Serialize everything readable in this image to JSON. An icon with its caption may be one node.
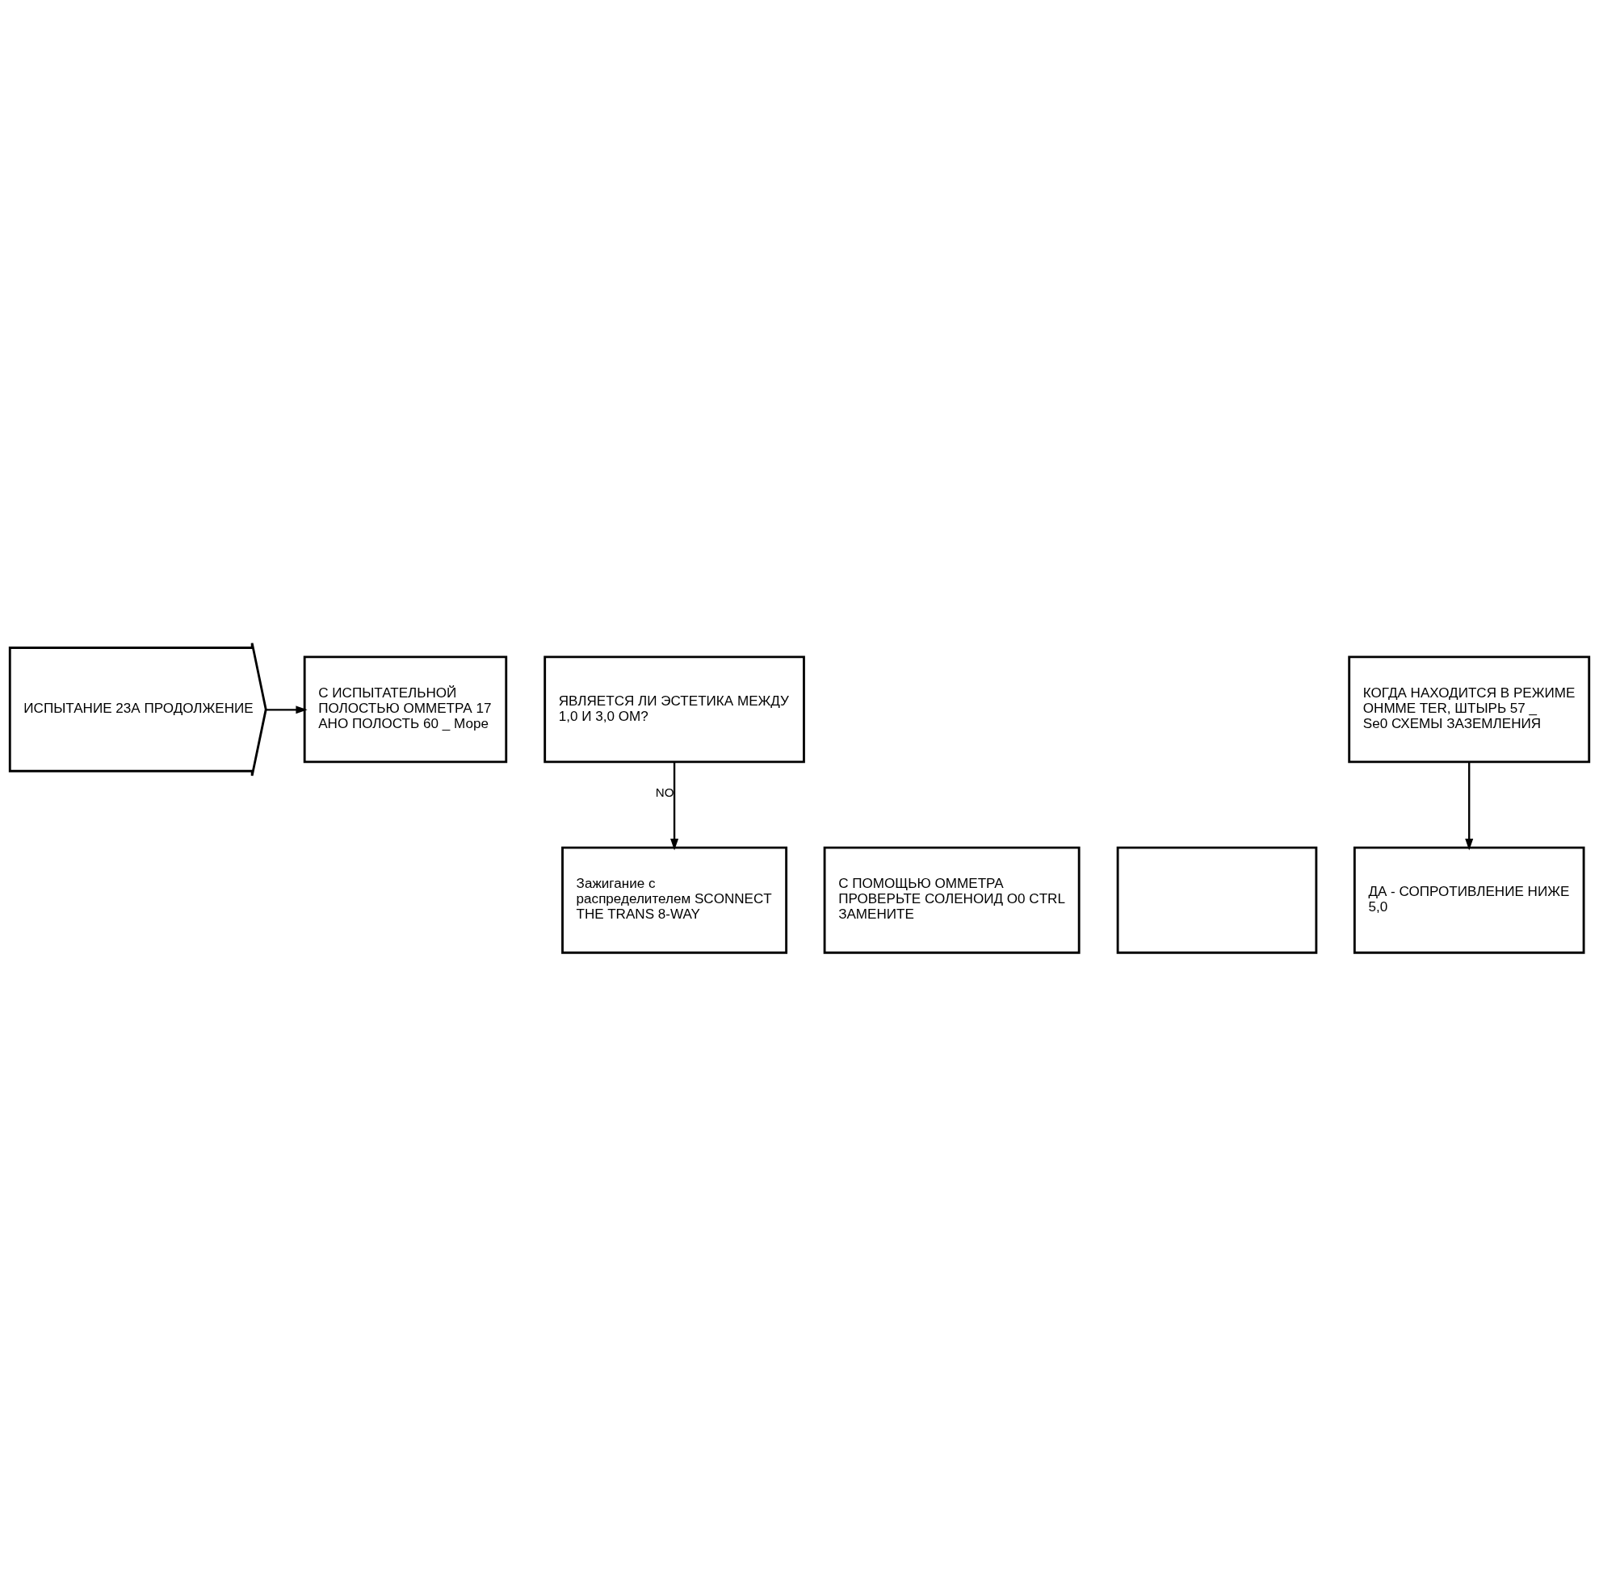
{
  "diagram": {
    "nodes": [
      {
        "text": [
          "ИСПЫТАНИЕ 23А ПРОДОЛЖЕНИЕ"
        ]
      },
      {
        "text": [
          "С ИСПЫТАТЕЛЬНОЙ ПОЛОСТЬЮ ОММЕТРА 17 АНО ПОЛОСТЬ 60 _ Море"
        ]
      },
      {
        "text": [
          "ЯВЛЯЕТСЯ ЛИ ЭСТЕТИКА МЕЖДУ 1,0 И 3,0 ОМ?"
        ]
      },
      {
        "text": [
          "КОГДА НАХОДИТСЯ В РЕЖИМЕ OHMME TER, ШТЫРЬ 57 _ Se0 СХЕМЫ ЗАЗЕМЛЕНИЯ"
        ]
      },
      {
        "text": [
          "Зажигание с распределителем SCONNECT THE TRANS 8-WAY"
        ]
      },
      {
        "text": [
          "С ПОМОЩЬЮ ОММЕТРА ПРОВЕРЬТЕ СОЛЕНОИД O0 CTRL ЗАМЕНИТЕ"
        ]
      },
      {
        "text": [],
        "shape": "box"
      },
      {
        "text": [
          "ДА - СОПРОТИВЛЕНИЕ НИЖЕ 5,0"
        ]
      }
    ],
    "edges": [
      {
        "from": 0,
        "to": 1,
        "arrow": "to"
      },
      {
        "from": 2,
        "to": 4,
        "arrow": "to",
        "label": "NO"
      },
      {
        "from": 3,
        "to": 7,
        "arrow": "to"
      }
    ]
  }
}
